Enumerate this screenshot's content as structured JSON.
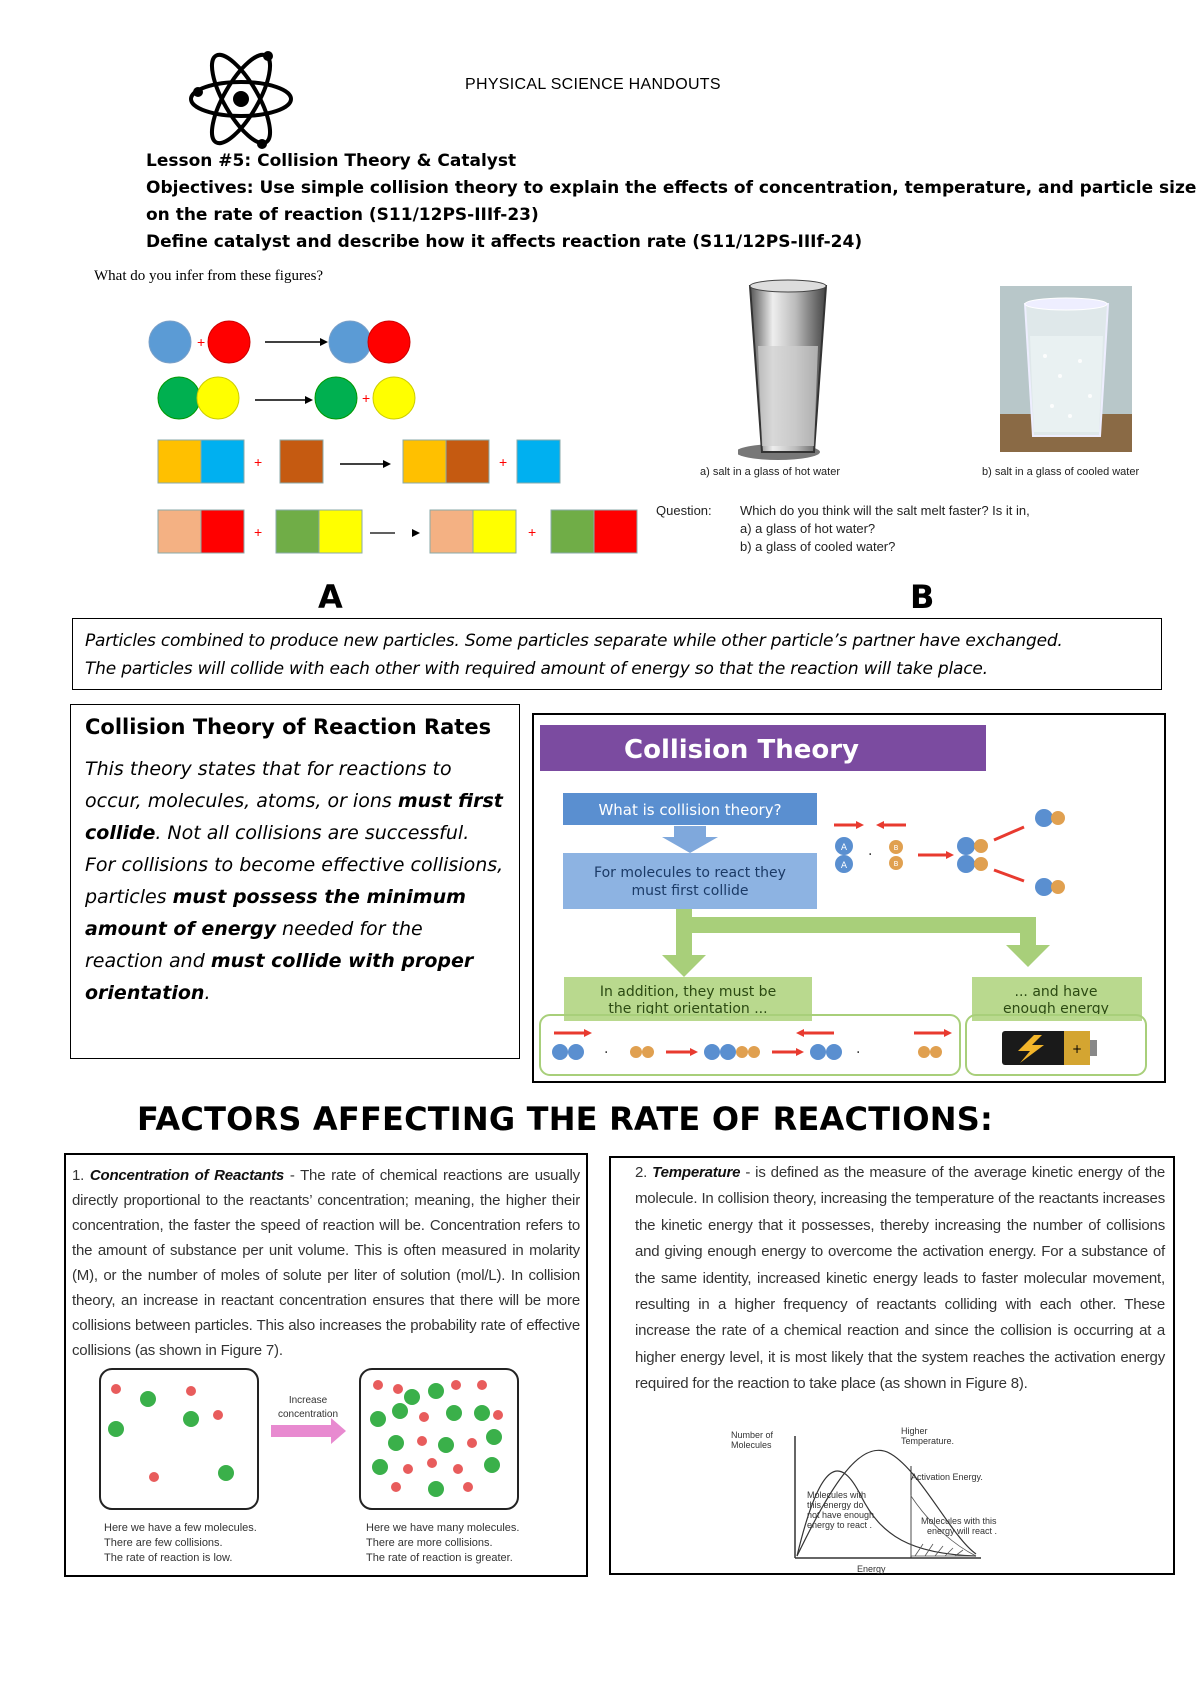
{
  "header": {
    "title": "PHYSICAL SCIENCE HANDOUTS",
    "logo_icon": "atom-icon"
  },
  "lesson": {
    "line1": "Lesson #5: Collision Theory & Catalyst",
    "line2": "Objectives: Use simple collision theory to explain the effects of concentration, temperature, and particle size",
    "line3": "on the rate of reaction (S11/12PS-IIIf-23)",
    "line4": "Define catalyst and describe how it affects reaction rate (S11/12PS-IIIf-24)"
  },
  "infer_prompt": "What do you infer from these figures?",
  "figure_a": {
    "label": "A",
    "colors": {
      "blue": "#5b9bd5",
      "red": "#ff0000",
      "green": "#00b050",
      "yellow": "#ffff00",
      "orange": "#ffc000",
      "cyan": "#00b0f0",
      "brown": "#c55a11",
      "peach": "#f4b183",
      "lime": "#70ad47"
    }
  },
  "figure_b": {
    "label": "B",
    "caption_a": "a) salt in a glass of hot water",
    "caption_b": "b) salt in a glass of cooled water",
    "question_label": "Question:",
    "question_text": "Which do you think will the salt melt faster? Is it in,",
    "option_a": "a) a glass of hot water?",
    "option_b": "b) a glass of cooled water?"
  },
  "answer": {
    "line1": "Particles combined to produce new particles. Some particles separate while other particle’s partner have exchanged.",
    "line2": "The particles will collide with each other with required amount of energy so that the reaction will take place."
  },
  "theory": {
    "title": "Collision Theory of Reaction Rates",
    "t1": "This theory states that for reactions to occur, molecules, atoms, or ions ",
    "b1": "must first collide",
    "t2": ". Not all collisions are successful. For collisions to become effective collisions, particles ",
    "b2": "must possess the minimum amount of energy",
    "t3": " needed for the reaction and ",
    "b3": "must collide with proper orientation",
    "t4": "."
  },
  "ct_diagram": {
    "title": "Collision Theory",
    "question": "What is collision theory?",
    "step1": "For molecules to react they must first collide",
    "left_branch": "In addition, they must be the right orientation ...",
    "right_branch": "... and have enough energy",
    "dot": "·",
    "atom_a": "A",
    "atom_b": "B",
    "colors": {
      "purple": "#7b4ba0",
      "blue": "#5a8fd0",
      "green": "#a8cf7a",
      "arrow": "#e83a2f"
    }
  },
  "factors": {
    "title": "FACTORS AFFECTING THE RATE OF REACTIONS:"
  },
  "concentration": {
    "num": "1. ",
    "heading": "Concentration of Reactants",
    "body": " - The rate of chemical reactions are usually directly proportional to the reactants’ concentration; meaning, the higher their concentration, the faster the speed of reaction will be. Concentration refers to the amount of substance per unit volume. This is often measured in molarity (M), or the number of moles of solute per liter of solution (mol/L). In collision theory, an increase in reactant concentration ensures that there will be more collisions between particles. This also increases the probability rate of effective collisions (as shown in Figure 7).",
    "arrow_label_1": "Increase",
    "arrow_label_2": "concentration",
    "left_caption_1": "Here we have a few molecules.",
    "left_caption_2": "There are few collisions.",
    "left_caption_3": "The rate of reaction is low.",
    "right_caption_1": "Here we have many molecules.",
    "right_caption_2": "There are more collisions.",
    "right_caption_3": "The rate of reaction is greater."
  },
  "temperature": {
    "num": "2. ",
    "heading": "Temperature",
    "body": " - is defined as the measure of the average kinetic energy of the molecule. In collision theory, increasing the temperature of the reactants increases the kinetic energy that it possesses, thereby increasing the number of collisions and giving enough energy to overcome the activation energy. For a substance of the same identity, increased kinetic energy leads to faster molecular movement, resulting in a higher frequency of reactants colliding with each other. These increase the rate of a chemical reaction and since the collision is occurring at a higher energy level, it is most likely that the system reaches the activation energy required for the reaction to take place (as shown in Figure 8).",
    "graph_ylabel_1": "Number of",
    "graph_ylabel_2": "Molecules",
    "graph_higher_1": "Higher",
    "graph_higher_2": "Temperature.",
    "graph_activation": "Activation Energy.",
    "graph_low_1": "Molecules with",
    "graph_low_2": "this energy do",
    "graph_low_3": "not have enough",
    "graph_low_4": "energy to react .",
    "graph_high_1": "Molecules with this",
    "graph_high_2": "energy will react .",
    "graph_xlabel": "Energy"
  }
}
